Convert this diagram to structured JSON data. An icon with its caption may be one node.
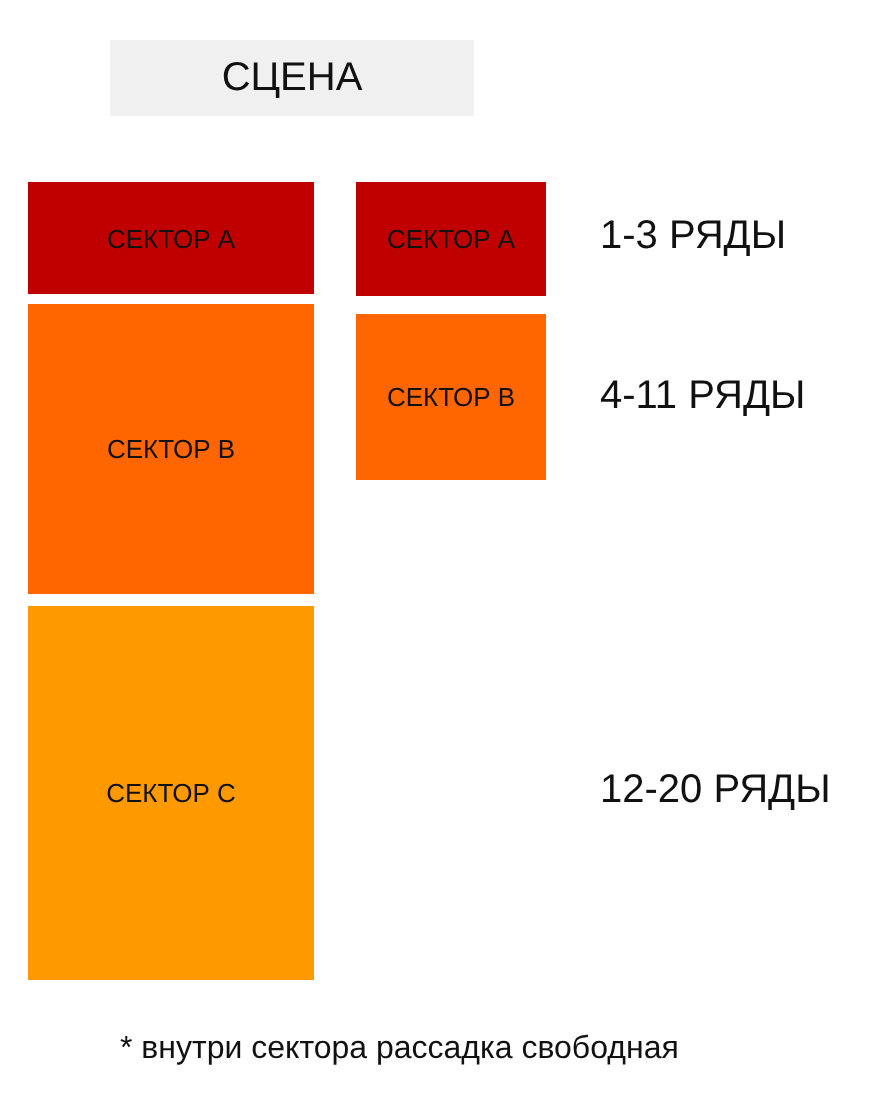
{
  "diagram": {
    "nodes": [
      {
        "text": [
          "СЦЕНА"
        ]
      },
      {
        "text": [
          "СЕКТОР А"
        ]
      },
      {
        "text": [
          "СЕКТОР В"
        ]
      },
      {
        "text": [
          "СЕКТОР С"
        ]
      },
      {
        "text": [
          "СЕКТОР А"
        ]
      },
      {
        "text": [
          "СЕКТОР В"
        ]
      }
    ],
    "edges": [],
    "labels": [
      "1-3 РЯДЫ",
      "4-11 РЯДЫ",
      "12-20 РЯДЫ",
      "* внутри сектора рассадка свободная"
    ]
  }
}
